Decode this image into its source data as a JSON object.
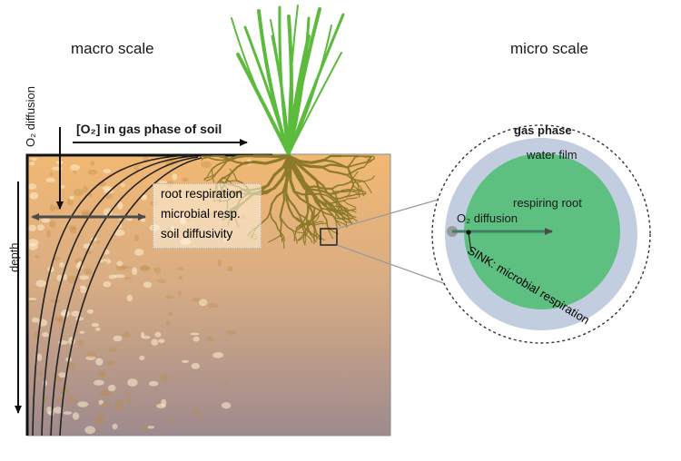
{
  "macro": {
    "title": "macro scale",
    "o2_diffusion_label": "O₂ diffusion",
    "depth_label": "depth",
    "gas_phase_label": "[O₂] in gas phase of soil",
    "factors": [
      "root respiration",
      "microbial resp.",
      "soil diffusivity"
    ]
  },
  "micro": {
    "title": "micro scale",
    "gas_phase": "gas phase",
    "water_film": "water film",
    "respiring_root": "respiring root",
    "o2_diffusion": "O₂ diffusion",
    "sink": "SINK: microbial respiration"
  },
  "colors": {
    "soil_top": "#f2b872",
    "soil_bottom": "#9e8a8e",
    "grass": "#5cbb3c",
    "roots": "#8c7a2a",
    "water_film": "#c2cee0",
    "root_core": "#5dbf80",
    "arrow_dark": "#4a4a4a",
    "arrow_micro": "#3f7d62"
  }
}
